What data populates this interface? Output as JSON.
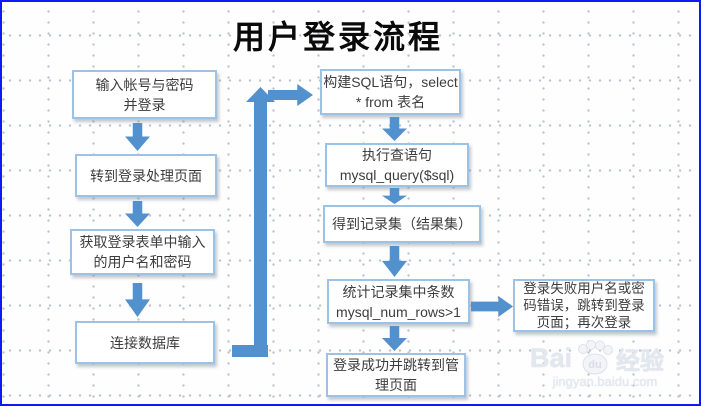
{
  "title": "用户登录流程",
  "flowchart": {
    "left_column": [
      {
        "name": "input-credentials",
        "text": "输入帐号与密码\n并登录"
      },
      {
        "name": "goto-login-handler",
        "text": "转到登录处理页面"
      },
      {
        "name": "get-form-credentials",
        "text": "获取登录表单中输入\n的用户名和密码"
      },
      {
        "name": "connect-database",
        "text": "连接数据库"
      }
    ],
    "right_column": [
      {
        "name": "build-sql",
        "text": "构建SQL语句，select\n* from 表名"
      },
      {
        "name": "execute-query",
        "text": "执行查语句\nmysql_query($sql)"
      },
      {
        "name": "get-recordset",
        "text": "得到记录集（结果集）"
      },
      {
        "name": "count-rows",
        "text": "统计记录集中条数\nmysql_num_rows>1"
      },
      {
        "name": "login-success",
        "text": "登录成功并跳转到管\n理页面"
      }
    ],
    "failure_box": {
      "text": "登录失败用户名或密\n码错误，跳转到登录\n页面；再次登录"
    },
    "colors": {
      "arrow_blue": "#5291cd",
      "box_border": "#9cc3e5",
      "grid_dot": "#bcc3d0",
      "page_border": "#1018f5"
    }
  },
  "watermark": {
    "brand_prefix": "Bai",
    "brand_paw_text": "du",
    "brand_suffix": "经验",
    "url": "jingyan.baidu.com"
  }
}
